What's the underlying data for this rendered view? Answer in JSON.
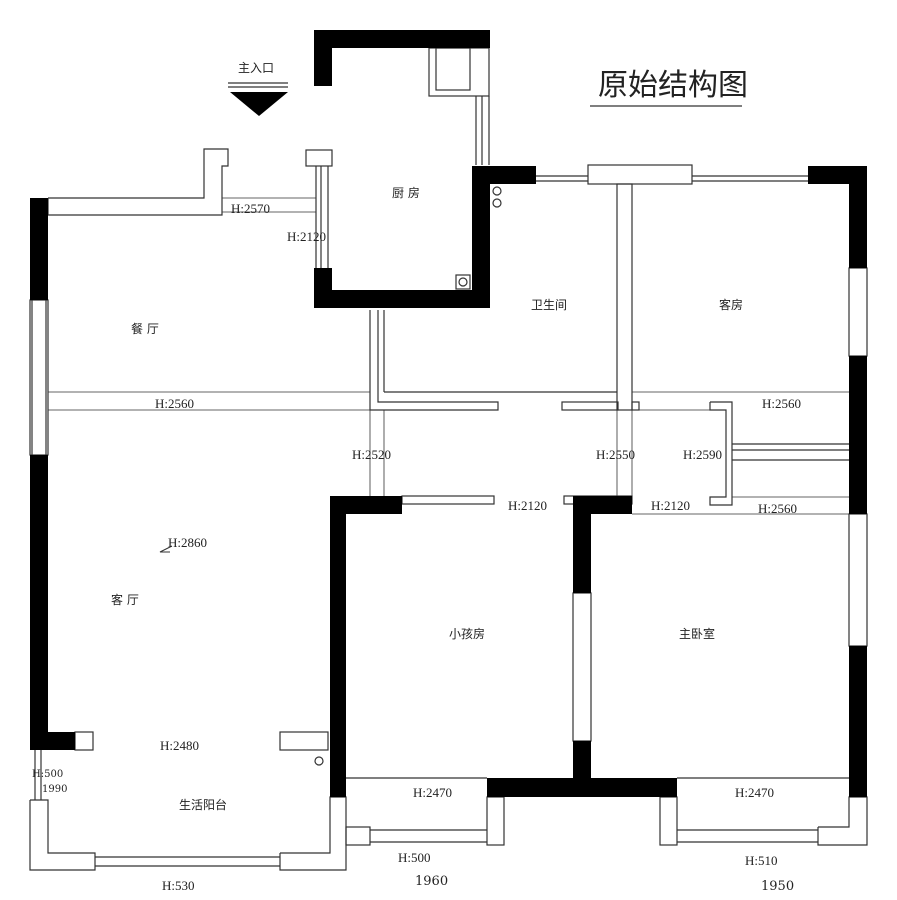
{
  "title": "原始结构图",
  "entrance": "主入口",
  "rooms": {
    "kitchen": "厨 房",
    "bathroom": "卫生间",
    "guest_room": "客房",
    "dining": "餐 厅",
    "living": "客 厅",
    "kids_room": "小孩房",
    "master_bedroom": "主卧室",
    "balcony": "生活阳台"
  },
  "heights": {
    "h_2570": "H:2570",
    "h_2120_kitchen": "H:2120",
    "h_2560_dining": "H:2560",
    "h_2560_guest": "H:2560",
    "h_2520": "H:2520",
    "h_2550": "H:2550",
    "h_2590": "H:2590",
    "h_2120_kids": "H:2120",
    "h_2120_master": "H:2120",
    "h_2560_master": "H:2560",
    "h_2860": "H:2860",
    "h_2480": "H:2480",
    "h_2470_kids": "H:2470",
    "h_2470_master": "H:2470",
    "h_500_balcony": "H:500",
    "h_1990": "1990",
    "h_500_kids": "H:500",
    "h_1960": "1960",
    "h_510": "H:510",
    "h_1950": "1950",
    "h_530": "H:530"
  }
}
